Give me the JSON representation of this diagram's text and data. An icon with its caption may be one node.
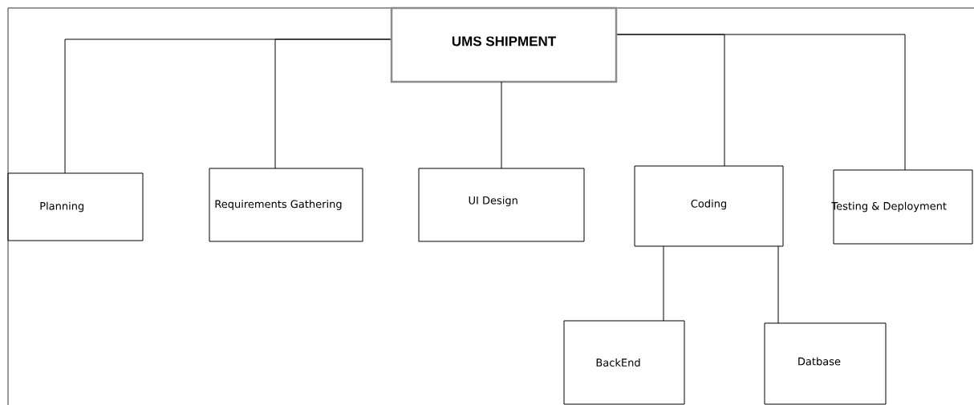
{
  "diagram": {
    "nodes": [
      {
        "text": [
          "UMS SHIPMENT"
        ]
      },
      {
        "text": [
          "Planning"
        ]
      },
      {
        "text": [
          "Requirements Gathering"
        ]
      },
      {
        "text": [
          "UI Design"
        ]
      },
      {
        "text": [
          "Coding"
        ]
      },
      {
        "text": [
          "Testing & Deployment"
        ]
      },
      {
        "text": [
          "BackEnd"
        ]
      },
      {
        "text": [
          "Datbase"
        ]
      }
    ],
    "edges": [
      {
        "from": 0,
        "to": 1,
        "arrow": "none"
      },
      {
        "from": 0,
        "to": 2,
        "arrow": "none"
      },
      {
        "from": 0,
        "to": 3,
        "arrow": "none"
      },
      {
        "from": 0,
        "to": 4,
        "arrow": "none"
      },
      {
        "from": 0,
        "to": 5,
        "arrow": "none"
      },
      {
        "from": 4,
        "to": 6,
        "arrow": "none"
      },
      {
        "from": 4,
        "to": 7,
        "arrow": "none"
      }
    ]
  }
}
